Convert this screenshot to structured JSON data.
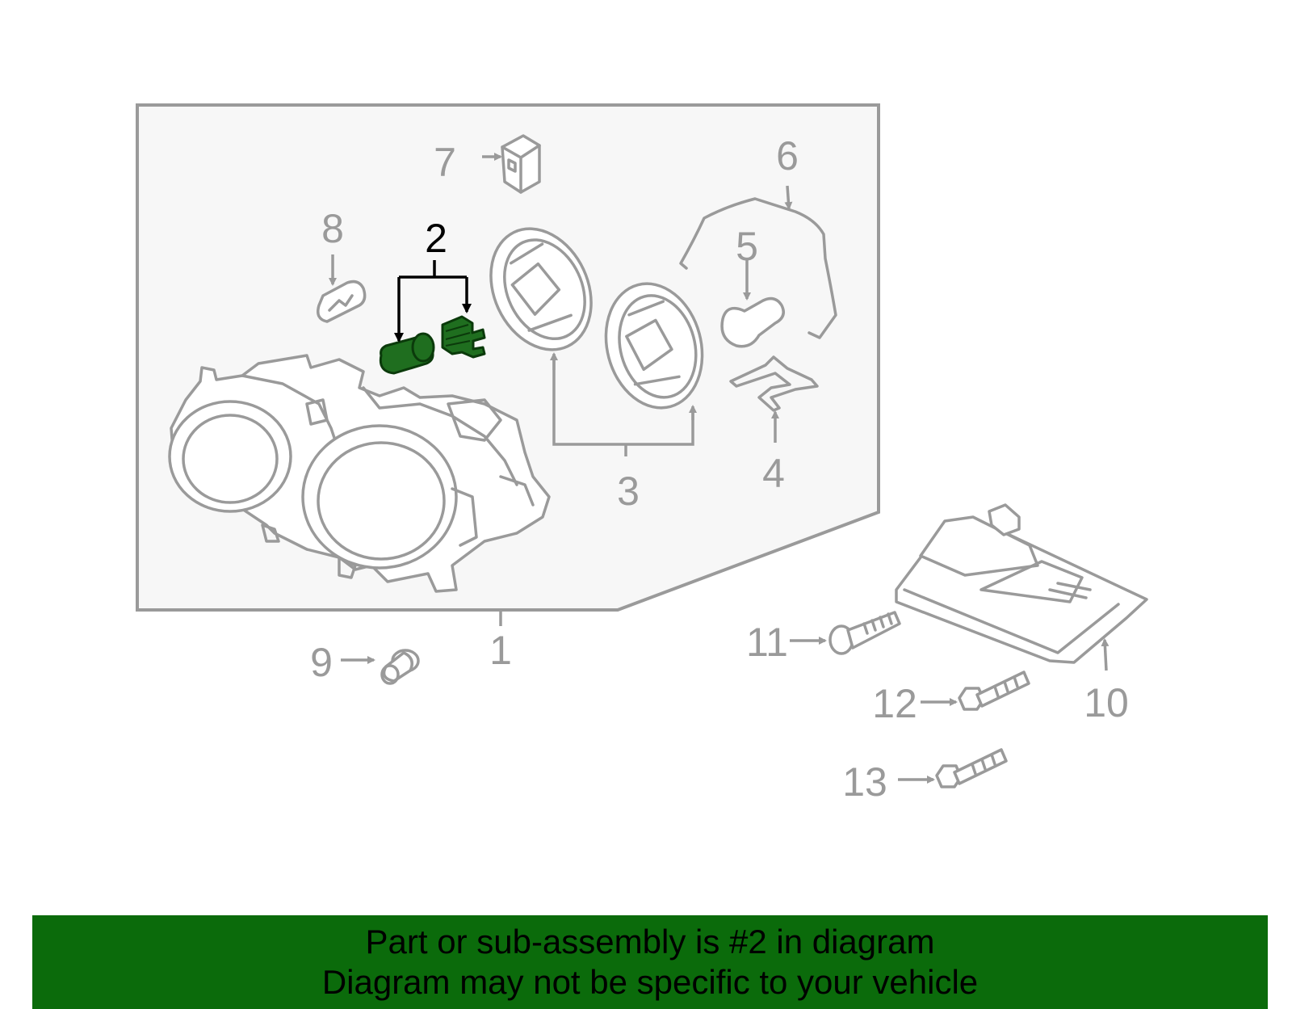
{
  "colors": {
    "banner_bg": "#0b6b0b",
    "panel_bg": "#f7f7f7",
    "line_gray": "#9a9a9a",
    "highlight_green": "#1f6e1f",
    "highlight_text": "#000000"
  },
  "callouts": {
    "c1": "1",
    "c2": "2",
    "c3": "3",
    "c4": "4",
    "c5": "5",
    "c6": "6",
    "c7": "7",
    "c8": "8",
    "c9": "9",
    "c10": "10",
    "c11": "11",
    "c12": "12",
    "c13": "13"
  },
  "highlight_part": "2",
  "banner": {
    "line1": "Part or sub-assembly is #2 in diagram",
    "line2": "Diagram may not be specific to your vehicle"
  }
}
